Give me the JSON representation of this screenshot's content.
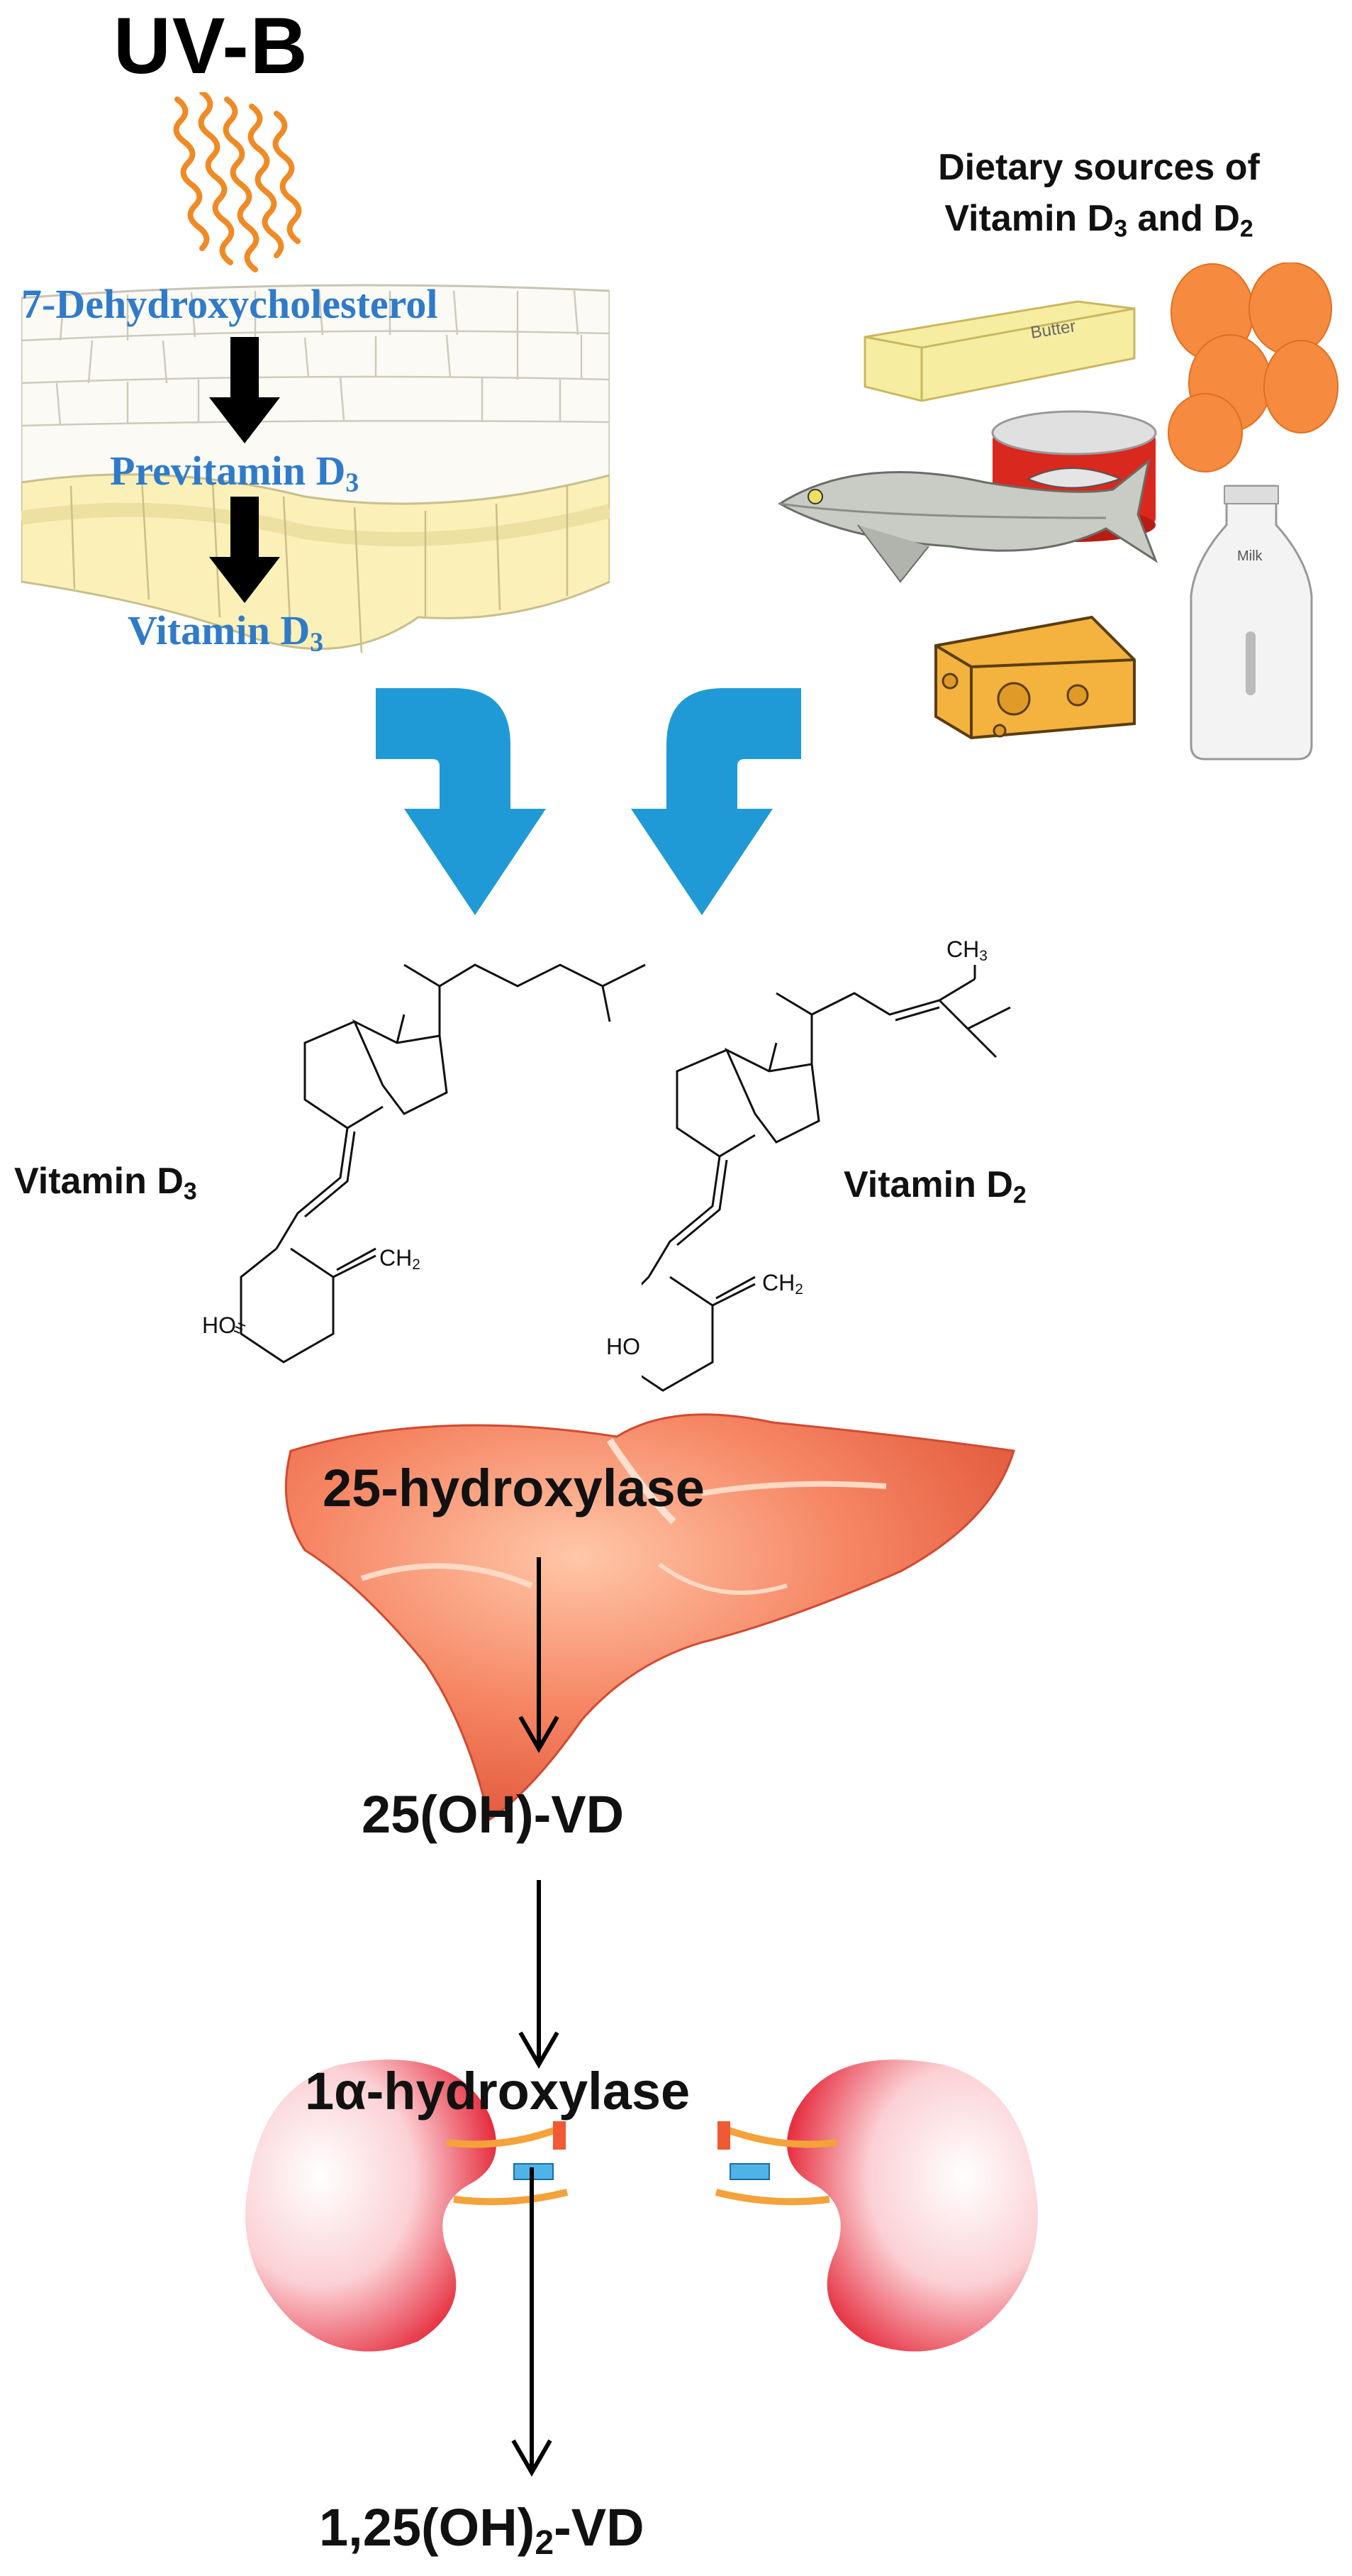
{
  "uv": {
    "label": "UV-B"
  },
  "skin": {
    "step1": "7-Dehydroxycholesterol",
    "step2_main": "Previtamin D",
    "step2_sub": "3",
    "step3_main": "Vitamin D",
    "step3_sub": "3"
  },
  "dietary": {
    "line1": "Dietary sources of",
    "line2_a": "Vitamin D",
    "line2_sub1": "3",
    "line2_b": " and D",
    "line2_sub2": "2",
    "butter_label": "Butter",
    "milk_label": "Milk"
  },
  "molecules": {
    "d3_main": "Vitamin D",
    "d3_sub": "3",
    "d2_main": "Vitamin D",
    "d2_sub": "2",
    "ho_label": "HO",
    "ch2_main": "CH",
    "ch2_sub": "2",
    "ch3_main": "CH",
    "ch3_sub": "3"
  },
  "liver": {
    "enzyme": "25-hydroxylase",
    "product": "25(OH)-VD"
  },
  "kidney": {
    "enzyme": "1α-hydroxylase"
  },
  "final": {
    "main_a": "1,25(OH)",
    "sub": "2",
    "main_b": "-VD"
  },
  "colors": {
    "uv_wave": "#f08a24",
    "skin_label": "#2f7bc9",
    "flow_arrow": "#1f9ad6",
    "liver": "#f27a5e",
    "kidney": "#e8192c"
  }
}
